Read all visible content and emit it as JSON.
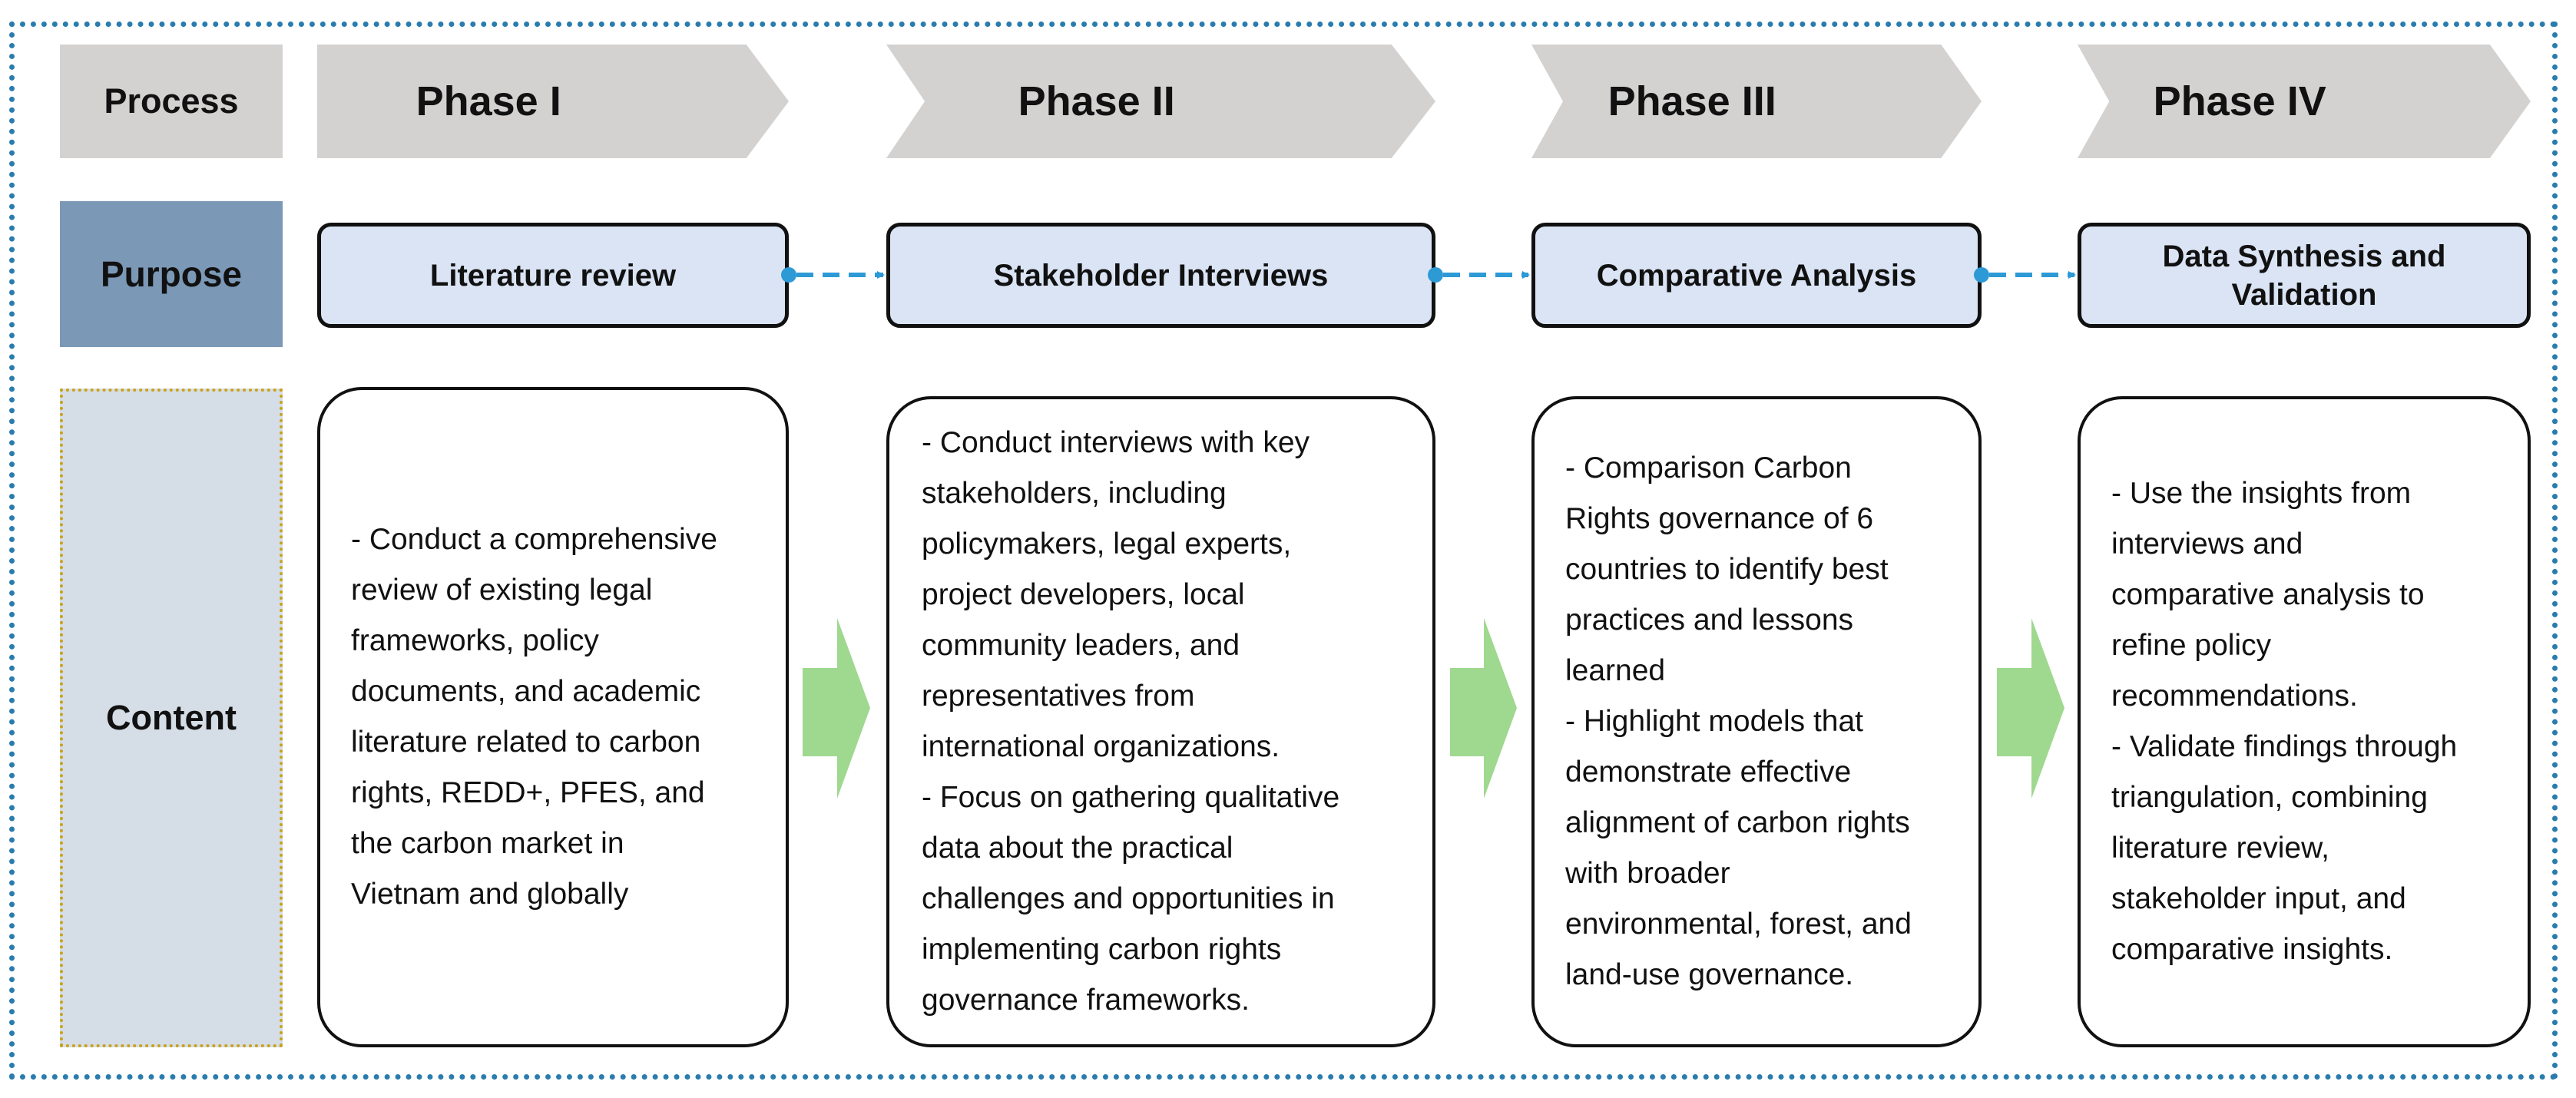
{
  "row_labels": {
    "process": "Process",
    "purpose": "Purpose",
    "content": "Content"
  },
  "phases": [
    {
      "title": "Phase I",
      "purpose": "Literature review",
      "content": "- Conduct a comprehensive\nreview of existing legal\nframeworks, policy\ndocuments, and academic\nliterature related to carbon\nrights, REDD+, PFES, and\nthe carbon market in\nVietnam and globally"
    },
    {
      "title": "Phase II",
      "purpose": "Stakeholder Interviews",
      "content": "- Conduct interviews with key\nstakeholders, including\npolicymakers, legal experts,\nproject developers, local\ncommunity leaders, and\nrepresentatives from\ninternational organizations.\n- Focus on gathering qualitative\ndata about the practical\nchallenges and opportunities in\nimplementing carbon rights\ngovernance frameworks."
    },
    {
      "title": "Phase III",
      "purpose": "Comparative Analysis",
      "content": "- Comparison Carbon\nRights governance of 6\ncountries to identify best\npractices and lessons\nlearned\n- Highlight models that\ndemonstrate effective\nalignment of carbon rights\nwith broader\nenvironmental, forest, and\nland-use governance."
    },
    {
      "title": "Phase IV",
      "purpose": "Data Synthesis and\nValidation",
      "content": "- Use the insights from\ninterviews and\ncomparative analysis to\nrefine policy\nrecommendations.\n- Validate findings through\ntriangulation, combining\nliterature review,\nstakeholder input, and\ncomparative insights."
    }
  ],
  "colors": {
    "frame_border": "#2a7cae",
    "process_label_bg": "#d4d1d1",
    "purpose_label_bg": "#7b98b6",
    "content_label_bg": "#d5dde6",
    "purpose_box_bg": "#dae4f4",
    "connector": "#2d9ad6",
    "flow_arrow": "#9fd88f"
  }
}
